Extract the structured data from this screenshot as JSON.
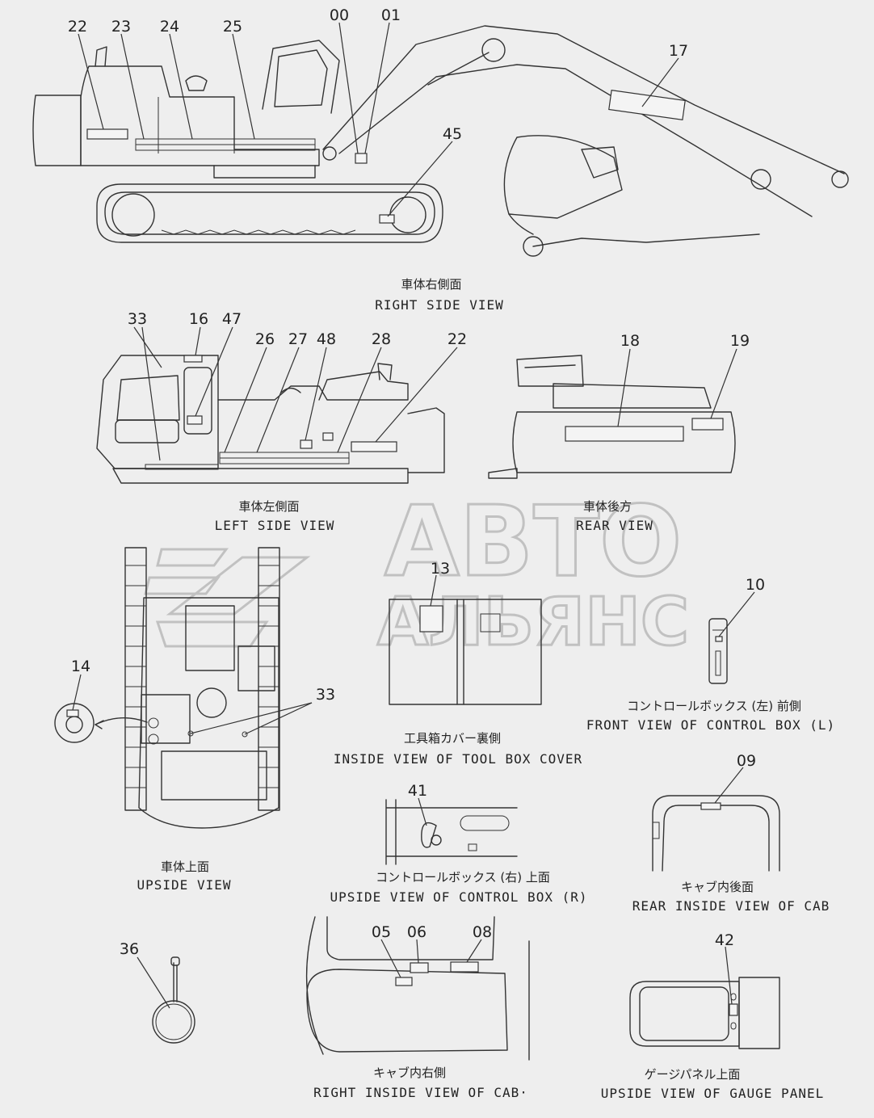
{
  "callouts": {
    "c22a": "22",
    "c23": "23",
    "c24": "24",
    "c25": "25",
    "c00": "00",
    "c01": "01",
    "c17": "17",
    "c45": "45",
    "c33a": "33",
    "c16": "16",
    "c47": "47",
    "c26": "26",
    "c27": "27",
    "c48": "48",
    "c28": "28",
    "c22b": "22",
    "c18": "18",
    "c19": "19",
    "c13": "13",
    "c10": "10",
    "c14": "14",
    "c33b": "33",
    "c41": "41",
    "c09": "09",
    "c36": "36",
    "c05": "05",
    "c06": "06",
    "c08": "08",
    "c42": "42"
  },
  "views": {
    "right_side": {
      "jp": "車体右側面",
      "en": "RIGHT SIDE VIEW"
    },
    "left_side": {
      "jp": "車体左側面",
      "en": "LEFT SIDE VIEW"
    },
    "rear": {
      "jp": "車体後方",
      "en": "REAR VIEW"
    },
    "upside": {
      "jp": "車体上面",
      "en": "UPSIDE VIEW"
    },
    "tool_box": {
      "jp": "工具箱カバー裏側",
      "en": "INSIDE VIEW OF TOOL BOX COVER"
    },
    "control_box_l": {
      "jp": "コントロールボックス (左) 前側",
      "en": "FRONT VIEW OF CONTROL BOX (L)"
    },
    "control_box_r": {
      "jp": "コントロールボックス (右) 上面",
      "en": "UPSIDE VIEW OF CONTROL BOX (R)"
    },
    "cab_rear": {
      "jp": "キャブ内後面",
      "en": "REAR INSIDE VIEW OF CAB"
    },
    "cab_right": {
      "jp": "キャブ内右側",
      "en": "RIGHT INSIDE VIEW OF CAB·"
    },
    "gauge_panel": {
      "jp": "ゲージパネル上面",
      "en": "UPSIDE VIEW OF GAUGE PANEL"
    }
  },
  "watermark": {
    "line1": "АВТО",
    "line2": "АЛЬЯНС"
  }
}
